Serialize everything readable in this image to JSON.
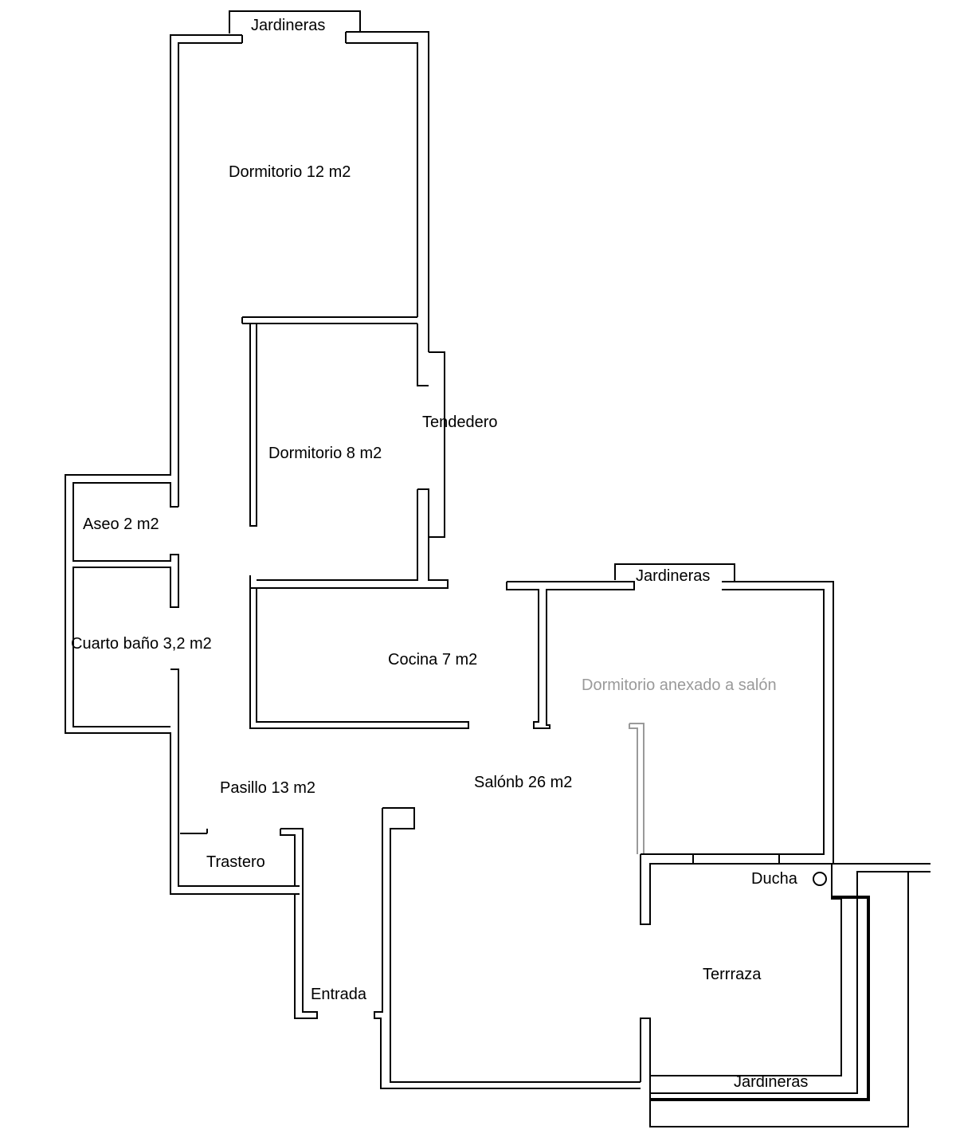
{
  "labels": {
    "jardineras_top": "Jardineras",
    "dormitorio_12": "Dormitorio 12 m2",
    "dormitorio_8": "Dormitorio 8 m2",
    "tendedero": "Tendedero",
    "aseo": "Aseo 2 m2",
    "cuarto_bano": "Cuarto baño 3,2 m2",
    "cocina": "Cocina 7 m2",
    "jardineras_right": "Jardineras",
    "dormitorio_anexado": "Dormitorio anexado a salón",
    "pasillo": "Pasillo 13 m2",
    "salon": "Salónb 26 m2",
    "trastero": "Trastero",
    "ducha": "Ducha",
    "entrada": "Entrada",
    "terraza": "Terrraza",
    "jardineras_bottom": "Jardineras"
  },
  "colors": {
    "wall": "#000000",
    "annex_wall": "#9a9a9a",
    "background": "#ffffff"
  },
  "icons": {
    "shower": "circle"
  }
}
